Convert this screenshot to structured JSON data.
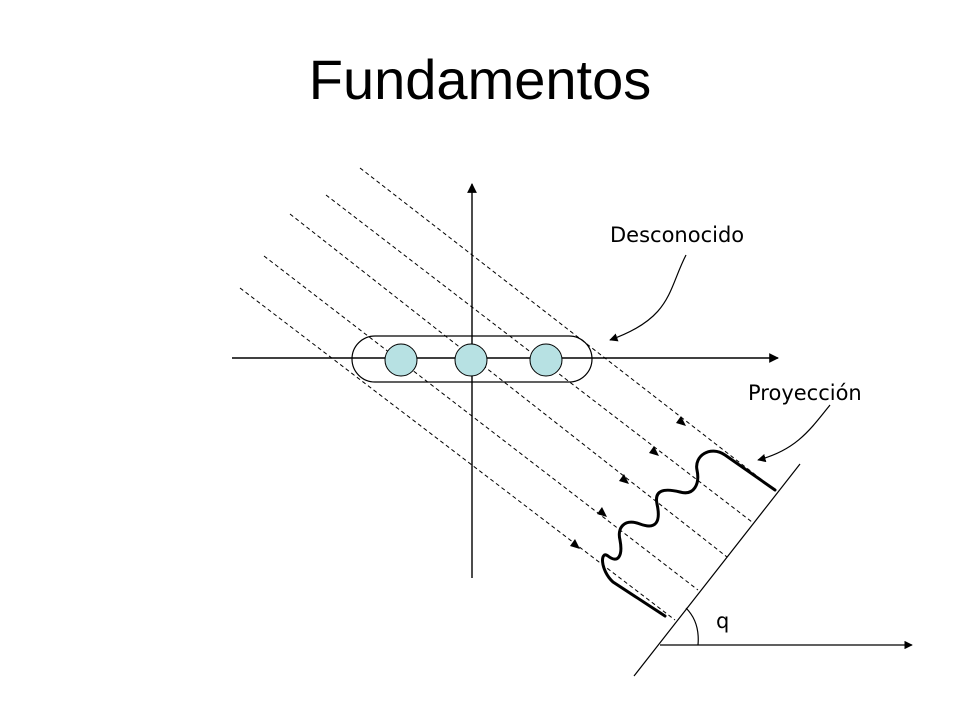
{
  "slide": {
    "title": "Fundamentos"
  },
  "diagram": {
    "labels": {
      "unknown": "Desconocido",
      "projection": "Proyección",
      "angle_symbol": "q"
    },
    "colors": {
      "circle_fill": "#b7e1e3",
      "stroke": "#000000"
    }
  }
}
